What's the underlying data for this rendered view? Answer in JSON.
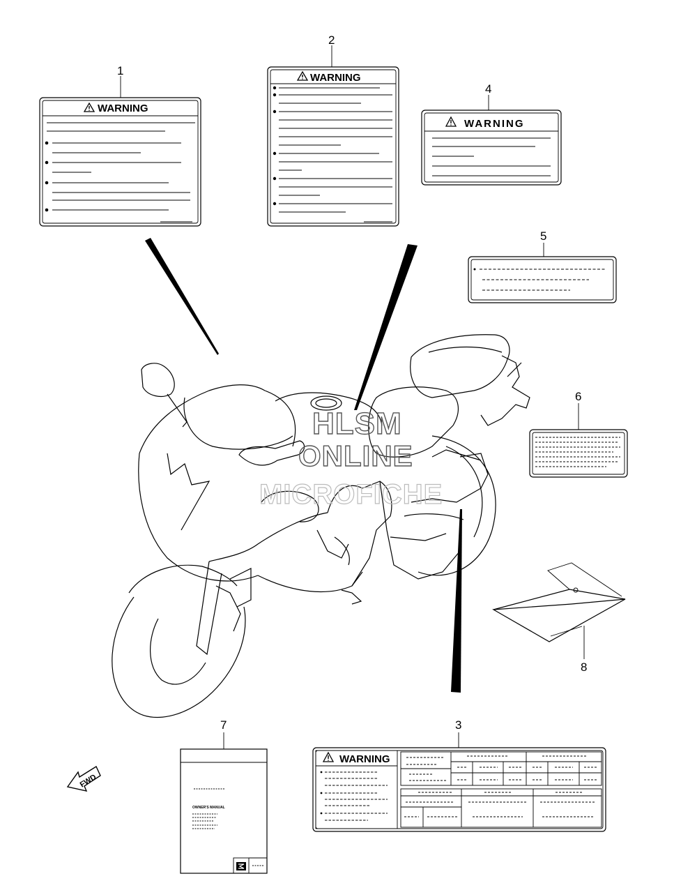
{
  "diagram": {
    "callouts": [
      "1",
      "2",
      "3",
      "4",
      "5",
      "6",
      "7",
      "8"
    ],
    "warning_label": "WARNING",
    "manual": {
      "title": "OWNER'S MANUAL"
    },
    "fwd_label": "FWD",
    "watermark": {
      "line1": "HLSM",
      "line2": "ONLINE",
      "line3": "MICROFICHE"
    },
    "icons": [
      "warning-triangle-icon",
      "brand-emblem-icon",
      "fwd-arrow-icon"
    ]
  }
}
